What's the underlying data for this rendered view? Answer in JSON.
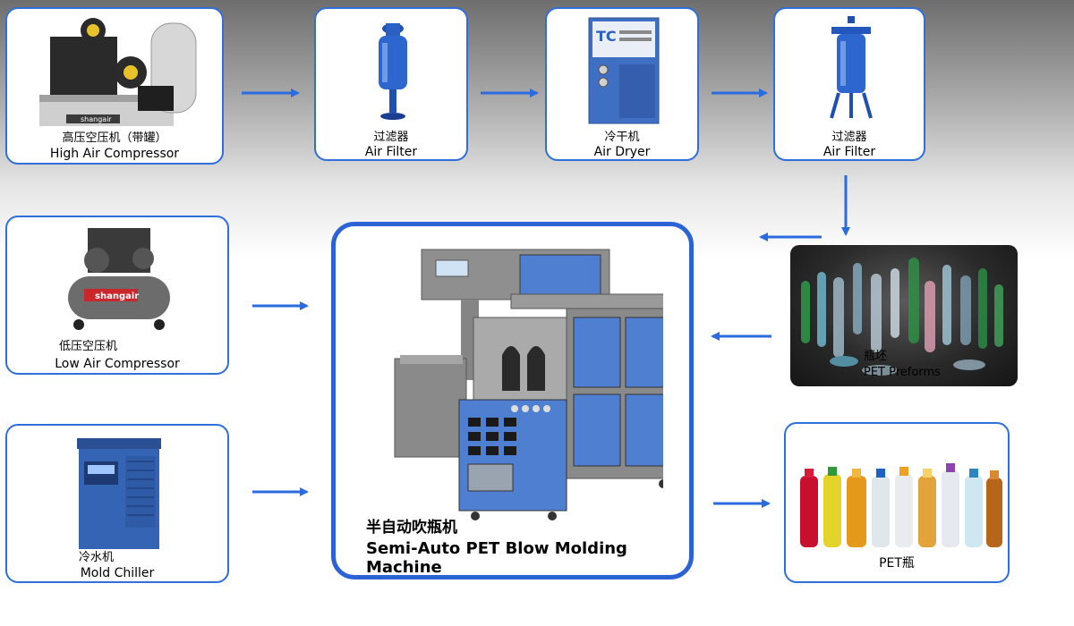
{
  "nodes": {
    "high_air_compressor": {
      "cn": "高压空压机（带罐）",
      "en": "High Air Compressor",
      "brand": "shangair"
    },
    "air_filter_1": {
      "cn": "过滤器",
      "en": "Air Filter"
    },
    "air_dryer": {
      "cn": "冷干机",
      "en": "Air Dryer",
      "badge": "TC"
    },
    "air_filter_2": {
      "cn": "过滤器",
      "en": "Air Filter"
    },
    "low_air_compressor": {
      "cn": "低压空压机",
      "en": "Low Air Compressor",
      "brand": "shangair"
    },
    "mold_chiller": {
      "cn": "冷水机",
      "en": "Mold Chiller"
    },
    "blow_molding_machine": {
      "cn": "半自动吹瓶机",
      "en": "Semi-Auto PET Blow Molding Machine"
    },
    "pet_preforms": {
      "cn": "瓶坯",
      "en": "PET Preforms"
    },
    "pet_bottles": {
      "label": "PET瓶"
    }
  },
  "colors": {
    "border": "#2f6fdc",
    "arrow": "#2b6be0",
    "machine_blue": "#4f7fd0",
    "machine_gray": "#8e8e8e"
  }
}
